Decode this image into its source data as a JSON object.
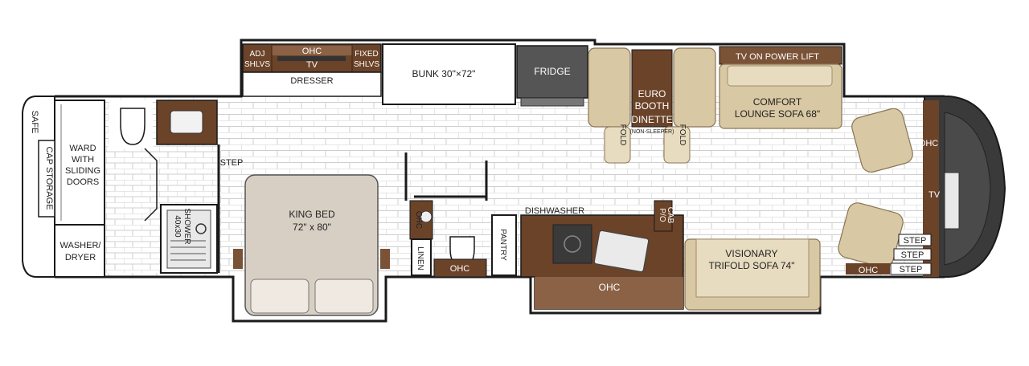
{
  "labels": {
    "safe": "SAFE",
    "cap_storage": "CAP STORAGE",
    "ward1": "WARD",
    "ward2": "WITH",
    "ward3": "SLIDING",
    "ward4": "DOORS",
    "washer1": "WASHER/",
    "washer2": "DRYER",
    "shower1": "SHOWER",
    "shower2": "40x30",
    "step_rear": "STEP",
    "adj1": "ADJ",
    "adj2": "SHLVS",
    "ohc_top": "OHC",
    "tv_top": "TV",
    "fixed1": "FIXED",
    "fixed2": "SHLVS",
    "dresser": "DRESSER",
    "bunk": "BUNK 30\"×72\"",
    "fridge": "FRIDGE",
    "king1": "KING BED",
    "king2": "72\" x 80\"",
    "ohc_bath_v": "OHC",
    "linen": "LINEN",
    "ohc_bath": "OHC",
    "pantry": "PANTRY",
    "dishwasher": "DISHWASHER",
    "po1": "P/O",
    "po2": "CAB",
    "ohc_galley": "OHC",
    "euro1": "EURO",
    "euro2": "BOOTH",
    "euro3": "DINETTE",
    "euro4": "(NON-SLEEPER)",
    "fold_left": "FOLD",
    "fold_right": "FOLD",
    "tv_lift": "TV ON POWER LIFT",
    "comfort1": "COMFORT",
    "comfort2": "LOUNGE SOFA 68\"",
    "vis1": "VISIONARY",
    "vis2": "TRIFOLD SOFA 74\"",
    "ohc_front_bottom": "OHC",
    "step1": "STEP",
    "step2": "STEP",
    "step3": "STEP",
    "ohc_cab": "OHC",
    "tv_front": "TV"
  },
  "colors": {
    "wall": "#1a1a1a",
    "tile": "#ffffff",
    "grout": "#cfcfcf",
    "wood_dark": "#5a3a24",
    "wood_mid": "#7a5236",
    "counter": "#8b6245",
    "fabric": "#d9c8a4",
    "fabric_light": "#e8dcc0",
    "bed": "#d8cfc4",
    "fridge": "#555555",
    "cab_dark": "#3a3a3a"
  }
}
